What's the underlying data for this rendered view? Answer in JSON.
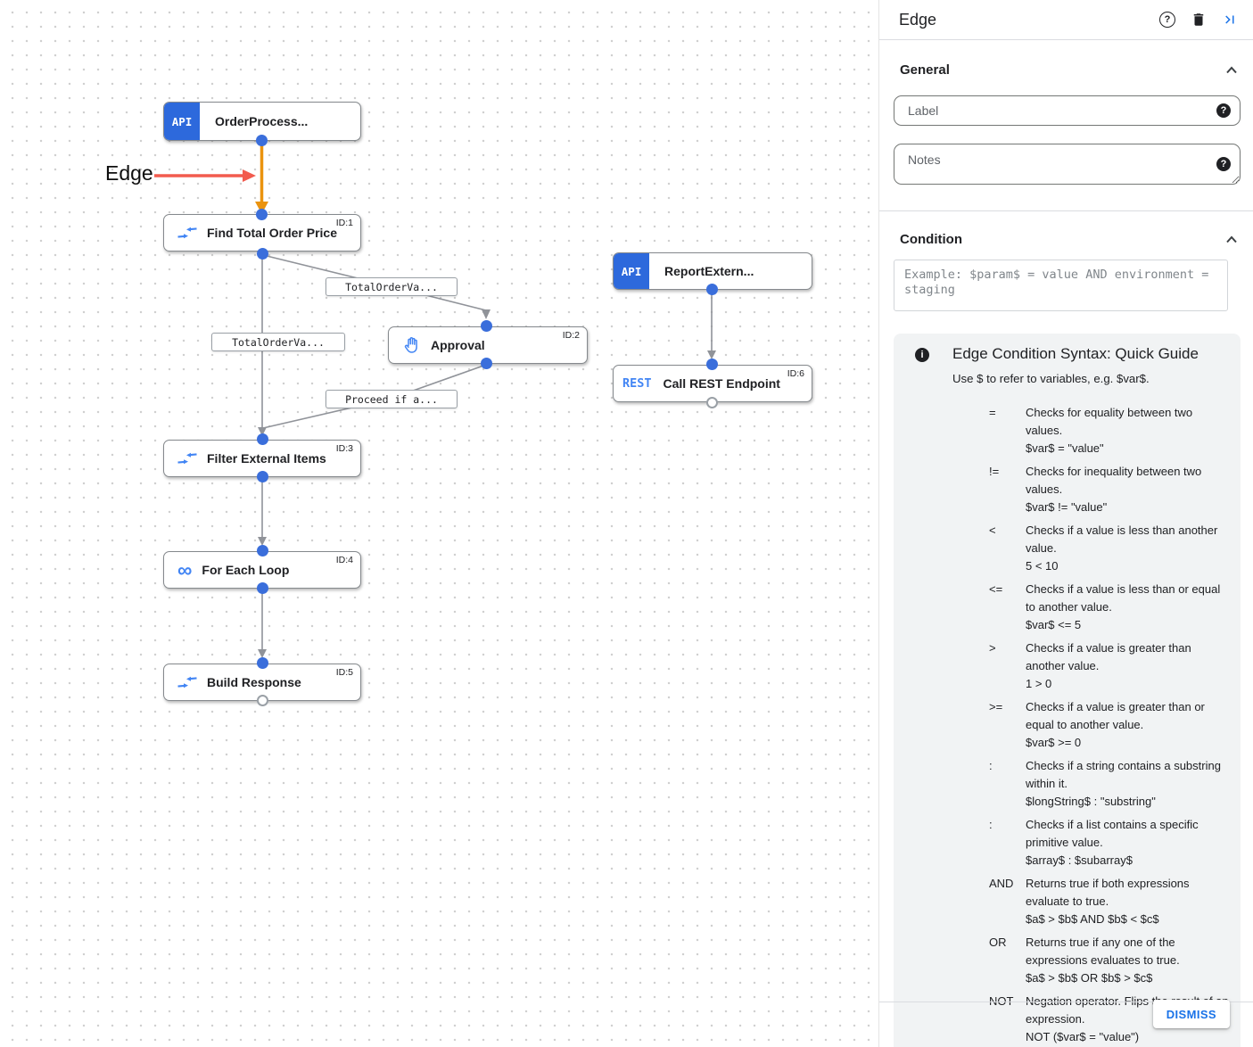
{
  "canvas": {
    "annotation_label": "Edge",
    "edge_labels": [
      "TotalOrderVa...",
      "TotalOrderVa...",
      "Proceed if a..."
    ],
    "nodes": [
      {
        "label": "OrderProcess...",
        "badge": "API",
        "id": ""
      },
      {
        "label": "Find Total Order Price",
        "id": "ID:1"
      },
      {
        "label": "Approval",
        "id": "ID:2"
      },
      {
        "label": "Filter External Items",
        "id": "ID:3"
      },
      {
        "label": "For Each Loop",
        "id": "ID:4"
      },
      {
        "label": "Build Response",
        "id": "ID:5"
      },
      {
        "label": "ReportExtern...",
        "badge": "API",
        "id": ""
      },
      {
        "label": "Call REST Endpoint",
        "badge": "REST",
        "id": "ID:6"
      }
    ]
  },
  "panel": {
    "title": "Edge",
    "sections": {
      "general": {
        "title": "General",
        "label_placeholder": "Label",
        "notes_placeholder": "Notes"
      },
      "condition": {
        "title": "Condition",
        "placeholder": "Example: $param$ = value AND environment = staging"
      }
    },
    "guide": {
      "title": "Edge Condition Syntax: Quick Guide",
      "intro": "Use $ to refer to variables, e.g. $var$.",
      "rows": [
        {
          "op": "=",
          "desc": "Checks for equality between two values.",
          "example": "$var$ = \"value\""
        },
        {
          "op": "!=",
          "desc": "Checks for inequality between two values.",
          "example": "$var$ != \"value\""
        },
        {
          "op": "<",
          "desc": "Checks if a value is less than another value.",
          "example": "5 < 10"
        },
        {
          "op": "<=",
          "desc": "Checks if a value is less than or equal to another value.",
          "example": "$var$ <= 5"
        },
        {
          "op": ">",
          "desc": "Checks if a value is greater than another value.",
          "example": "1 > 0"
        },
        {
          "op": ">=",
          "desc": "Checks if a value is greater than or equal to another value.",
          "example": "$var$ >= 0"
        },
        {
          "op": ":",
          "desc": "Checks if a string contains a substring within it.",
          "example": "$longString$ : \"substring\""
        },
        {
          "op": ":",
          "desc": "Checks if a list contains a specific primitive value.",
          "example": "$array$ : $subarray$"
        },
        {
          "op": "AND",
          "desc": "Returns true if both expressions evaluate to true.",
          "example": "$a$ > $b$ AND $b$ < $c$"
        },
        {
          "op": "OR",
          "desc": "Returns true if any one of the expressions evaluates to true.",
          "example": "$a$ > $b$ OR $b$ > $c$"
        },
        {
          "op": "NOT",
          "desc": "Negation operator. Flips the result of an expression.",
          "example": "NOT ($var$ = \"value\")"
        }
      ]
    },
    "dismiss_label": "DISMISS",
    "colors": {
      "accent_blue": "#1a73e8",
      "node_icon_blue": "#4285f4",
      "badge_blue": "#2d69dc",
      "edge_orange": "#ea930f",
      "annotation_red": "#f25b4e",
      "edge_gray": "#909399",
      "guide_bg": "#f1f3f4"
    }
  }
}
